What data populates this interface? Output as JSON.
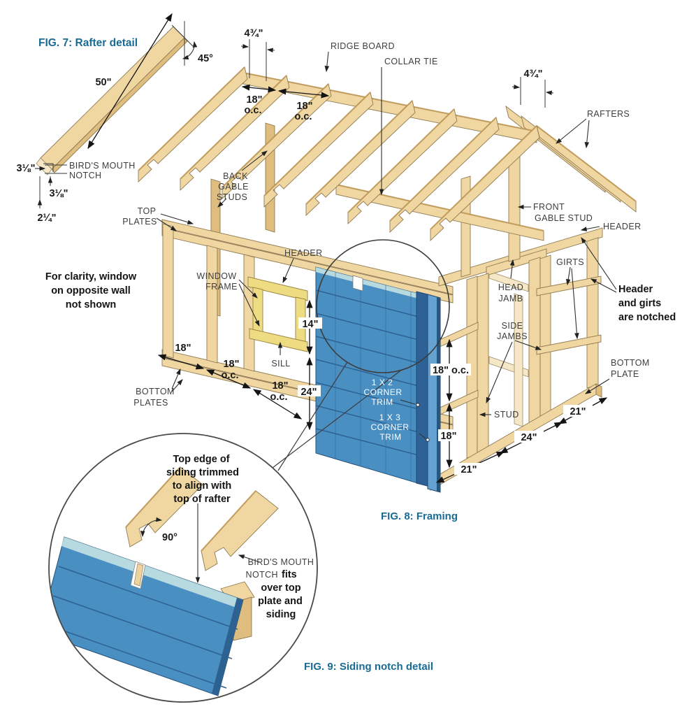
{
  "fig7": {
    "title": "FIG. 7: Rafter detail",
    "len": "50\"",
    "angle": "45°",
    "birds1": "BIRD'S MOUTH",
    "birds2": "NOTCH",
    "dim_a": "3⅛\"",
    "dim_b": "3⅛\"",
    "dim_c": "2¼\""
  },
  "fig8": {
    "caption": "FIG. 8: Framing",
    "roof": {
      "overhang_left": "4¾\"",
      "overhang_right": "4¾\"",
      "ridge": "RIDGE BOARD",
      "collar": "COLLAR TIE",
      "rafters": "RAFTERS",
      "s1a": "18\"",
      "s1b": "o.c.",
      "s2a": "18\"",
      "s2b": "o.c.",
      "back_gable": [
        "BACK",
        "GABLE",
        "STUDS"
      ],
      "front_gable": [
        "FRONT",
        "GABLE STUD"
      ]
    },
    "left": {
      "top_plates": [
        "TOP",
        "PLATES"
      ],
      "bottom_plates": [
        "BOTTOM",
        "PLATES"
      ],
      "window": [
        "WINDOW",
        "FRAME"
      ],
      "header": "HEADER",
      "sill": "SILL",
      "note": [
        "For clarity, window",
        "on opposite wall",
        "not shown"
      ],
      "d14": "14\"",
      "d24": "24\"",
      "d18": "18\"",
      "d18oc1": [
        "18\"",
        "o.c."
      ],
      "d18oc2": [
        "18\"",
        "o.c."
      ]
    },
    "front": {
      "header": "HEADER",
      "girts": "GIRTS",
      "head_jamb": [
        "HEAD",
        "JAMB"
      ],
      "side_jambs": [
        "SIDE",
        "JAMBS"
      ],
      "stud": "STUD",
      "bottom_plate": [
        "BOTTOM",
        "PLATE"
      ],
      "note": [
        "Header",
        "and girts",
        "are notched"
      ],
      "d21l": "21\"",
      "d24": "24\"",
      "d21r": "21\"",
      "d18oc": "18\" o.c.",
      "d18": "18\""
    },
    "siding": {
      "trim12": [
        "1 X 2",
        "CORNER",
        "TRIM"
      ],
      "trim13": [
        "1 X 3",
        "CORNER",
        "TRIM"
      ]
    }
  },
  "fig9": {
    "caption": "FIG. 9: Siding notch detail",
    "note_top": [
      "Top edge of",
      "siding trimmed",
      "to align with",
      "top of rafter"
    ],
    "angle": "90°",
    "birds": "BIRD'S MOUTH",
    "notch_caps": "NOTCH",
    "notch_bold": "fits",
    "bold": [
      "over top",
      "plate and",
      "siding"
    ]
  }
}
